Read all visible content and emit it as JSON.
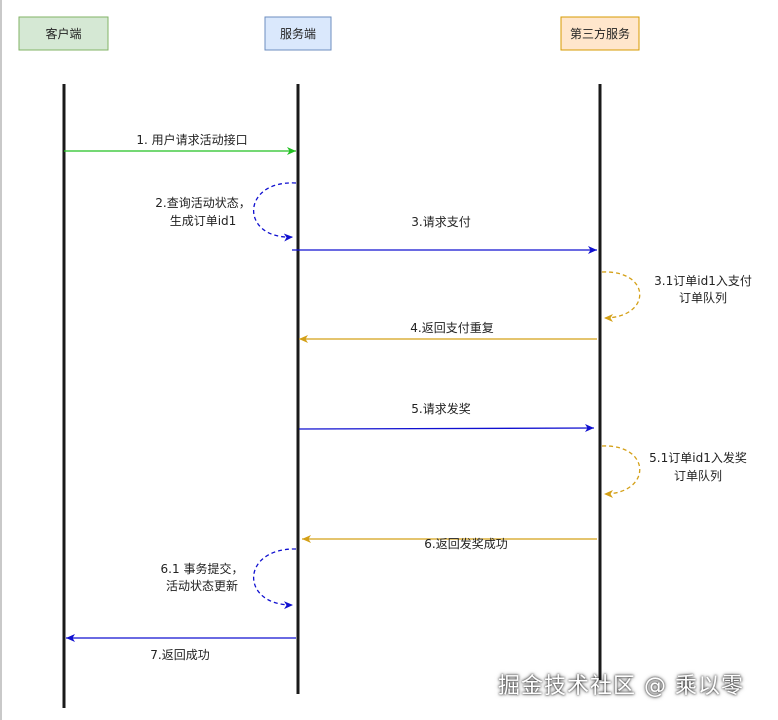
{
  "actors": [
    {
      "id": "client",
      "label": "客户端",
      "fill": "#d5e8d4",
      "stroke": "#82b366"
    },
    {
      "id": "server",
      "label": "服务端",
      "fill": "#dae8fc",
      "stroke": "#6c8ebf"
    },
    {
      "id": "third",
      "label": "第三方服务",
      "fill": "#ffe6cc",
      "stroke": "#d79b00"
    }
  ],
  "messages": [
    {
      "id": "m1",
      "label": "1. 用户请求活动接口",
      "color": "#22c022",
      "style": "solid"
    },
    {
      "id": "m2",
      "label": [
        "2.查询活动状态，",
        "生成订单id1"
      ],
      "color": "#1010d0",
      "style": "dashed"
    },
    {
      "id": "m3",
      "label": "3.请求支付",
      "color": "#1010d0",
      "style": "solid"
    },
    {
      "id": "m31",
      "label": [
        "3.1订单id1入支付",
        "订单队列"
      ],
      "color": "#d4a017",
      "style": "dashed"
    },
    {
      "id": "m4",
      "label": "4.返回支付重复",
      "color": "#d4a017",
      "style": "solid"
    },
    {
      "id": "m5",
      "label": "5.请求发奖",
      "color": "#1010d0",
      "style": "solid"
    },
    {
      "id": "m51",
      "label": [
        "5.1订单id1入发奖",
        "订单队列"
      ],
      "color": "#d4a017",
      "style": "dashed"
    },
    {
      "id": "m6",
      "label": "6.返回发奖成功",
      "color": "#d4a017",
      "style": "solid"
    },
    {
      "id": "m61",
      "label": [
        "6.1 事务提交，",
        "活动状态更新"
      ],
      "color": "#1010d0",
      "style": "dashed"
    },
    {
      "id": "m7",
      "label": "7.返回成功",
      "color": "#1010d0",
      "style": "solid"
    }
  ],
  "watermark": "掘金技术社区 @ 乘以零"
}
